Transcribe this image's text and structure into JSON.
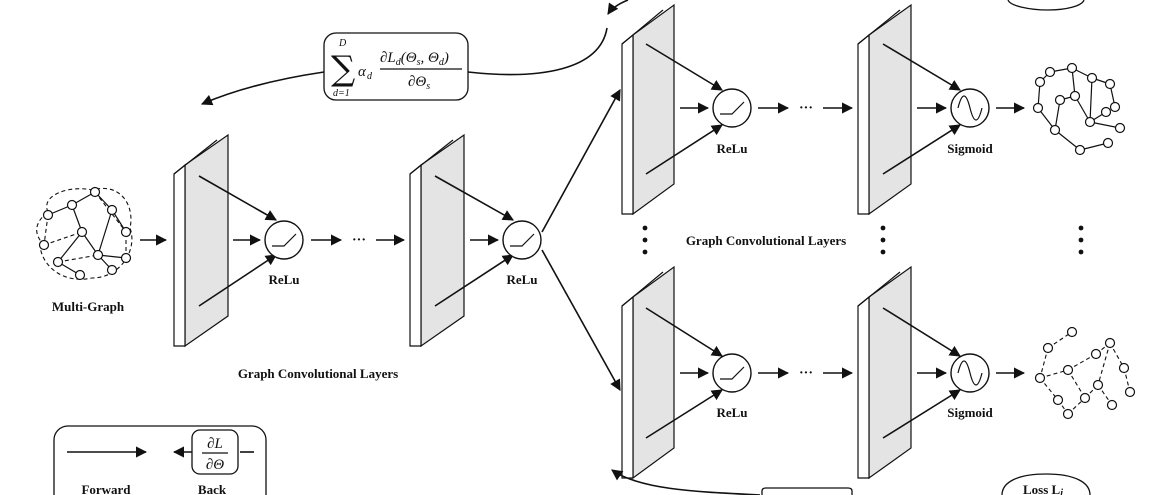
{
  "labels": {
    "multi_graph": "Multi-Graph",
    "gcl_left": "Graph Convolutional Layers",
    "gcl_right": "Graph Convolutional Layers",
    "relu_1": "ReLu",
    "relu_2": "ReLu",
    "relu_3": "ReLu",
    "relu_4": "ReLu",
    "sigmoid_1": "Sigmoid",
    "sigmoid_2": "Sigmoid",
    "ellipsis": "···"
  },
  "formula": {
    "sum_symbol": "∑",
    "upper": "D",
    "lower": "d=1",
    "alpha": "α",
    "alpha_sub": "d",
    "numerator": "∂L",
    "numerator_sub": "d",
    "numerator_args": "(Θ",
    "numerator_args_s": "s",
    "numerator_args_mid": ", Θ",
    "numerator_args_d": "d",
    "numerator_close": ")",
    "denominator": "∂Θ",
    "denominator_sub": "s"
  },
  "legend": {
    "forward": "Forward",
    "back": "Back",
    "back_numerator": "∂L",
    "back_denominator": "∂Θ"
  },
  "loss": {
    "label": "Loss L",
    "sub": "i"
  }
}
